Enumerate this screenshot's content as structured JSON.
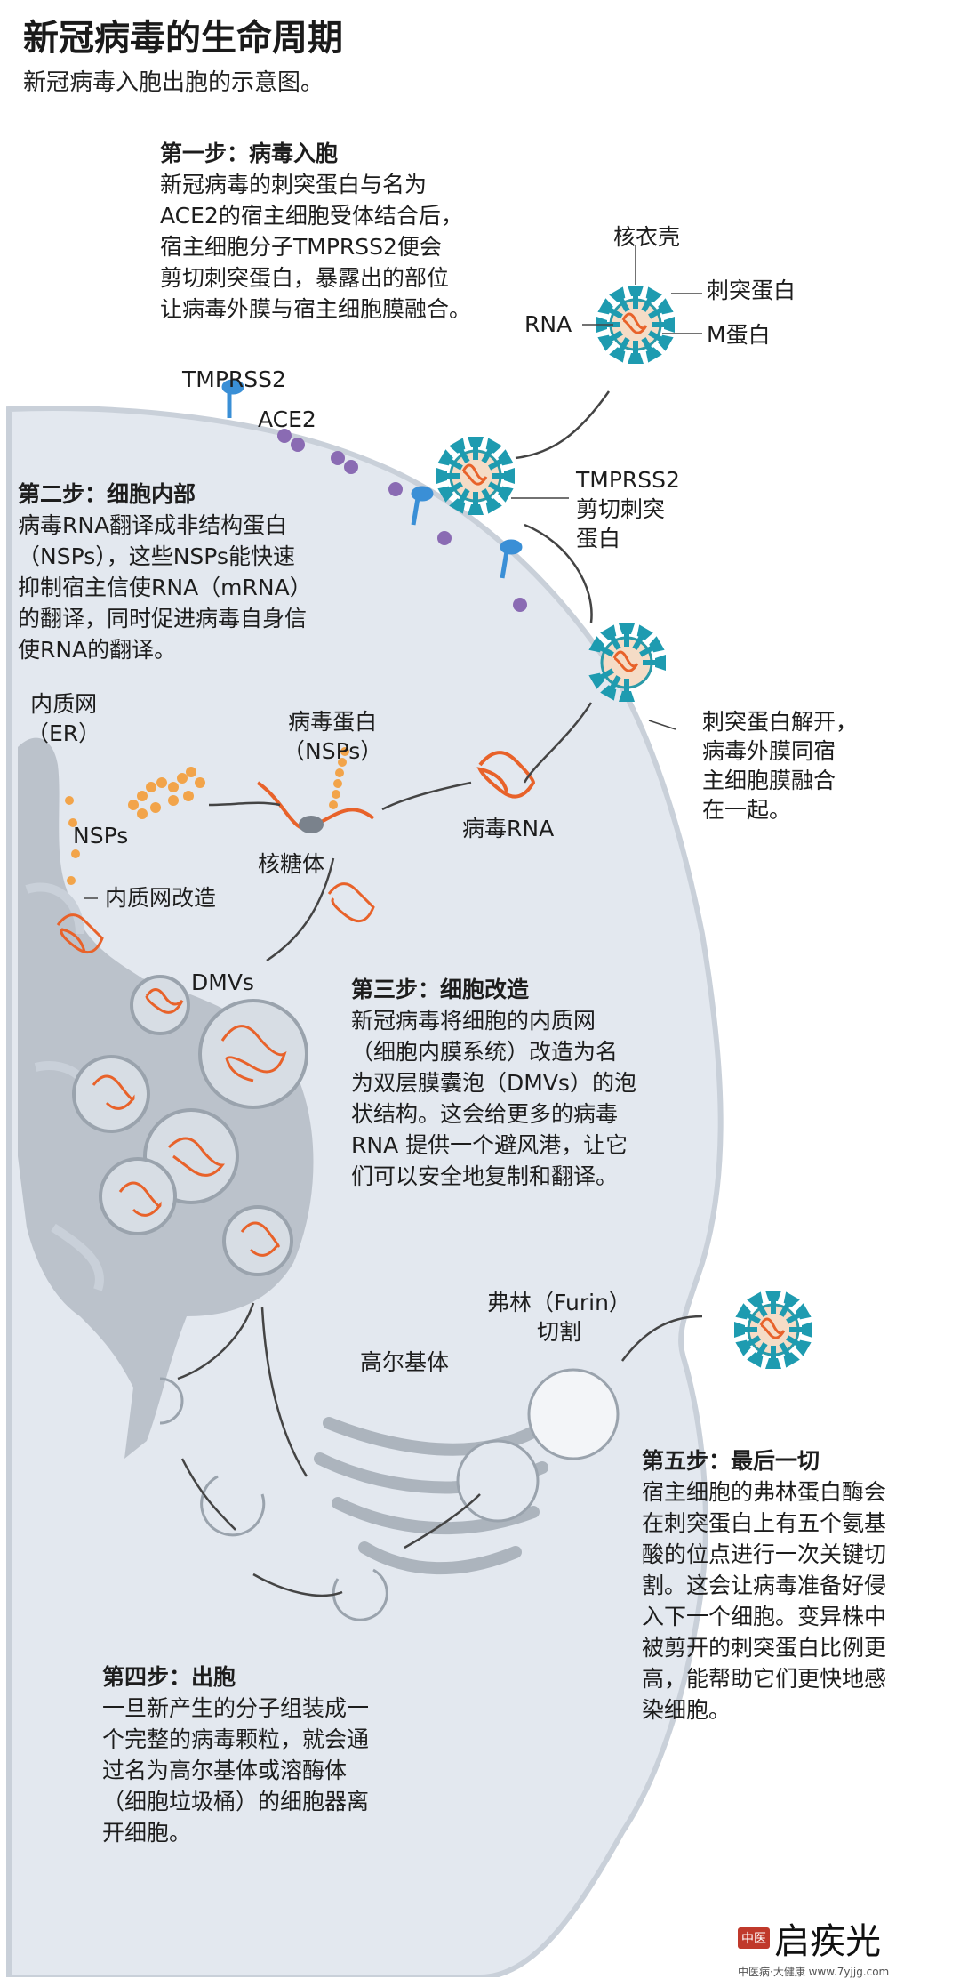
{
  "title": "新冠病毒的生命周期",
  "subtitle": "新冠病毒入胞出胞的示意图。",
  "steps": {
    "step1": {
      "title": "第一步：病毒入胞",
      "body": "新冠病毒的刺突蛋白与名为\nACE2的宿主细胞受体结合后，\n宿主细胞分子TMPRSS2便会\n剪切刺突蛋白，暴露出的部位\n让病毒外膜与宿主细胞膜融合。"
    },
    "step2": {
      "title": "第二步：细胞内部",
      "body": "病毒RNA翻译成非结构蛋白\n（NSPs），这些NSPs能快速\n抑制宿主信使RNA（mRNA）\n的翻译，同时促进病毒自身信\n使RNA的翻译。"
    },
    "step3": {
      "title": "第三步：细胞改造",
      "body": "新冠病毒将细胞的内质网\n（细胞内膜系统）改造为名\n为双层膜囊泡（DMVs）的泡\n状结构。这会给更多的病毒\nRNA 提供一个避风港，让它\n们可以安全地复制和翻译。"
    },
    "step4": {
      "title": "第四步：出胞",
      "body": "一旦新产生的分子组装成一\n个完整的病毒颗粒，就会通\n过名为高尔基体或溶酶体\n（细胞垃圾桶）的细胞器离\n开细胞。"
    },
    "step5": {
      "title": "第五步：最后一切",
      "body": "宿主细胞的弗林蛋白酶会\n在刺突蛋白上有五个氨基\n酸的位点进行一次关键切\n割。这会让病毒准备好侵\n入下一个细胞。变异株中\n被剪开的刺突蛋白比例更\n高，能帮助它们更快地感\n染细胞。"
    }
  },
  "labels": {
    "capsid": "核衣壳",
    "spike": "刺突蛋白",
    "rna": "RNA",
    "m_protein": "M蛋白",
    "tmprss2_top": "TMPRSS2",
    "ace2": "ACE2",
    "tmprss2_cut": "TMPRSS2\n剪切刺突\n蛋白",
    "spike_unfold": "刺突蛋白解开，\n病毒外膜同宿\n主细胞膜融合\n在一起。",
    "er": "内质网\n（ER）",
    "viral_protein": "病毒蛋白\n（NSPs）",
    "nsps": "NSPs",
    "ribosome": "核糖体",
    "viral_rna": "病毒RNA",
    "er_remodel": "内质网改造",
    "dmvs": "DMVs",
    "golgi": "高尔基体",
    "furin": "弗林（Furin）\n切割"
  },
  "logo": {
    "text": "启疾光",
    "badge": "中医",
    "url": "中医病·大健康 www.7yjjg.com"
  },
  "colors": {
    "cell": "#e3e8ef",
    "cell_edge": "#c9d0d9",
    "spike": "#1e9bb0",
    "rna": "#e8622a",
    "virus_shell": "#f5dcc6",
    "ace2": "#8a6bb3",
    "tmprss2": "#3a8fd6",
    "nsp": "#f2a44a"
  }
}
